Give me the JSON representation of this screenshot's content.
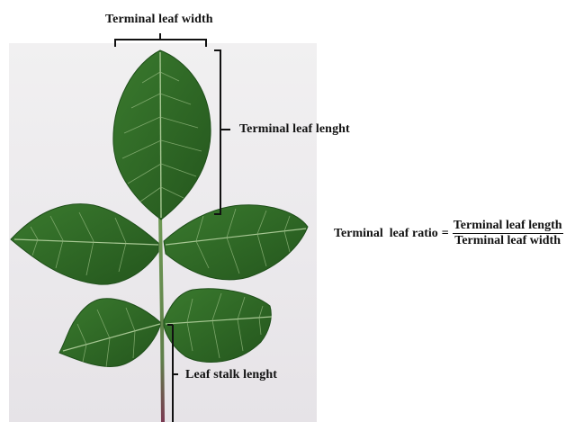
{
  "labels": {
    "terminal_width": "Terminal leaf width",
    "terminal_length": "Terminal leaf lenght",
    "stalk_length": "Leaf stalk lenght"
  },
  "formula": {
    "lhs": "Terminal  leaf ratio",
    "equals": "=",
    "numerator": "Terminal leaf length",
    "denominator": "Terminal leaf width"
  },
  "colors": {
    "leaf": "#2f6b27",
    "leaf_dark": "#1f4f1a",
    "vein": "#9fc08a",
    "stem": "#5f8a48",
    "stalk_base": "#7a3a52",
    "bracket": "#111111"
  }
}
